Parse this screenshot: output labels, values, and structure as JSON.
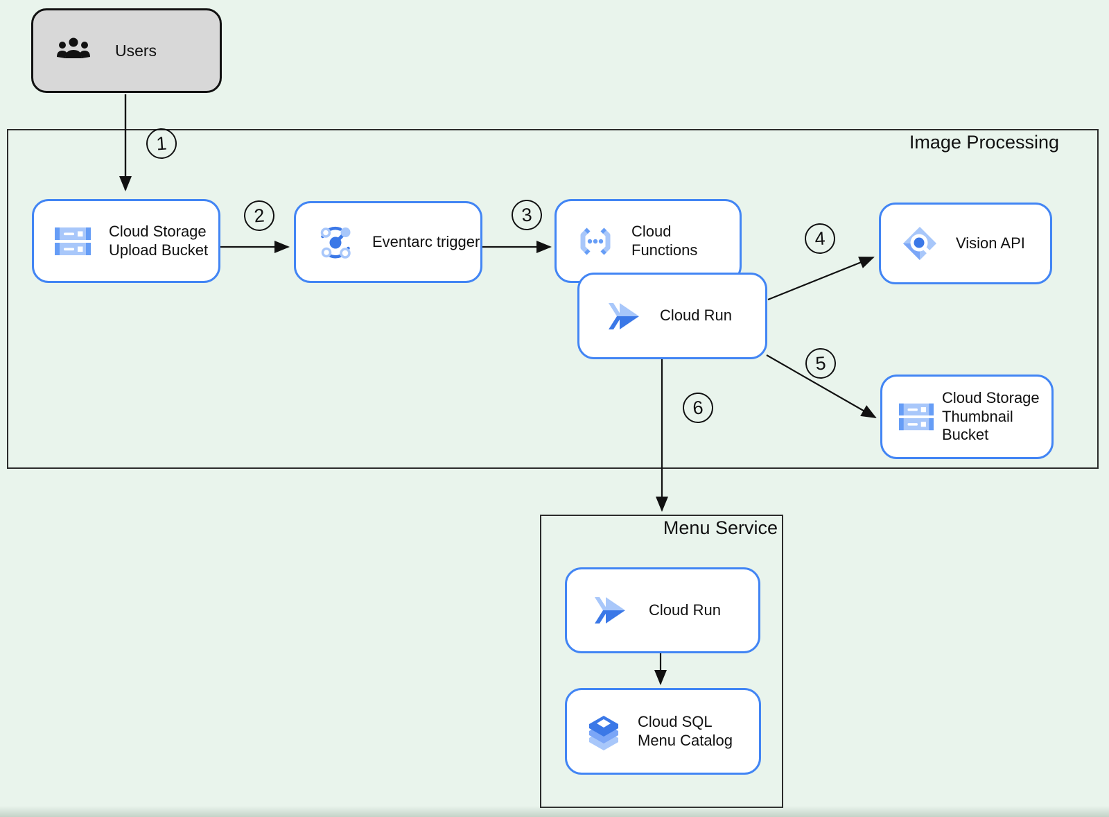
{
  "users": {
    "label": "Users"
  },
  "image_processing": {
    "title": "Image Processing",
    "nodes": {
      "upload_bucket": {
        "label": "Cloud Storage\nUpload Bucket",
        "icon": "cloud-storage-icon"
      },
      "eventarc": {
        "label": "Eventarc trigger",
        "icon": "eventarc-icon"
      },
      "functions": {
        "label": "Cloud Functions",
        "icon": "cloud-functions-icon"
      },
      "run": {
        "label": "Cloud Run",
        "icon": "cloud-run-icon"
      },
      "vision": {
        "label": "Vision API",
        "icon": "vision-api-icon"
      },
      "thumbnail_bucket": {
        "label": "Cloud Storage\nThumbnail Bucket",
        "icon": "cloud-storage-icon"
      }
    }
  },
  "menu_service": {
    "title": "Menu Service",
    "nodes": {
      "run": {
        "label": "Cloud Run",
        "icon": "cloud-run-icon"
      },
      "sql": {
        "label": "Cloud SQL\nMenu Catalog",
        "icon": "cloud-sql-icon"
      }
    }
  },
  "badges": [
    "1",
    "2",
    "3",
    "4",
    "5",
    "6"
  ],
  "colors": {
    "background": "#e9f4ec",
    "accent_blue": "#4285f4",
    "icon_blue_light": "#a8c7fa",
    "icon_blue_mid": "#669df6",
    "icon_blue_dark": "#3b78e7",
    "users_fill": "#d8d8d8",
    "line": "#111111"
  }
}
